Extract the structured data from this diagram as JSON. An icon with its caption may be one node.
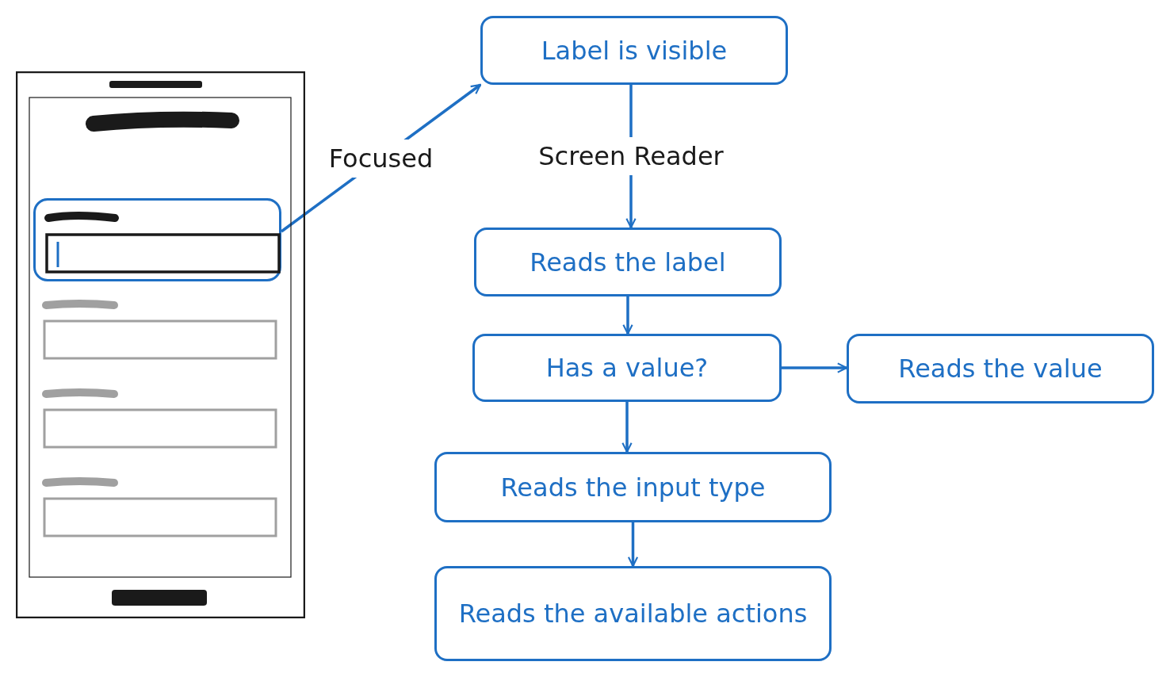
{
  "diagram": {
    "nodes": [
      {
        "text": [],
        "shape": "picture"
      },
      {
        "text": [],
        "shape": "box",
        "in": 0
      },
      {
        "text": [
          "Label is visible"
        ]
      },
      {
        "text": [
          "Reads the label"
        ]
      },
      {
        "text": [
          "Has a value?"
        ]
      },
      {
        "text": [
          "Reads the value"
        ]
      },
      {
        "text": [
          "Reads the input type"
        ]
      },
      {
        "text": [
          "Reads the available actions"
        ]
      }
    ],
    "edges": [
      {
        "from": 1,
        "to": 2,
        "arrow": "to",
        "label": "Focused"
      },
      {
        "from": 2,
        "to": 3,
        "arrow": "to",
        "label": "Screen Reader"
      },
      {
        "from": 3,
        "to": 4,
        "arrow": "to"
      },
      {
        "from": 4,
        "to": 5,
        "arrow": "to"
      },
      {
        "from": 4,
        "to": 6,
        "arrow": "to"
      },
      {
        "from": 6,
        "to": 7,
        "arrow": "to"
      }
    ]
  }
}
